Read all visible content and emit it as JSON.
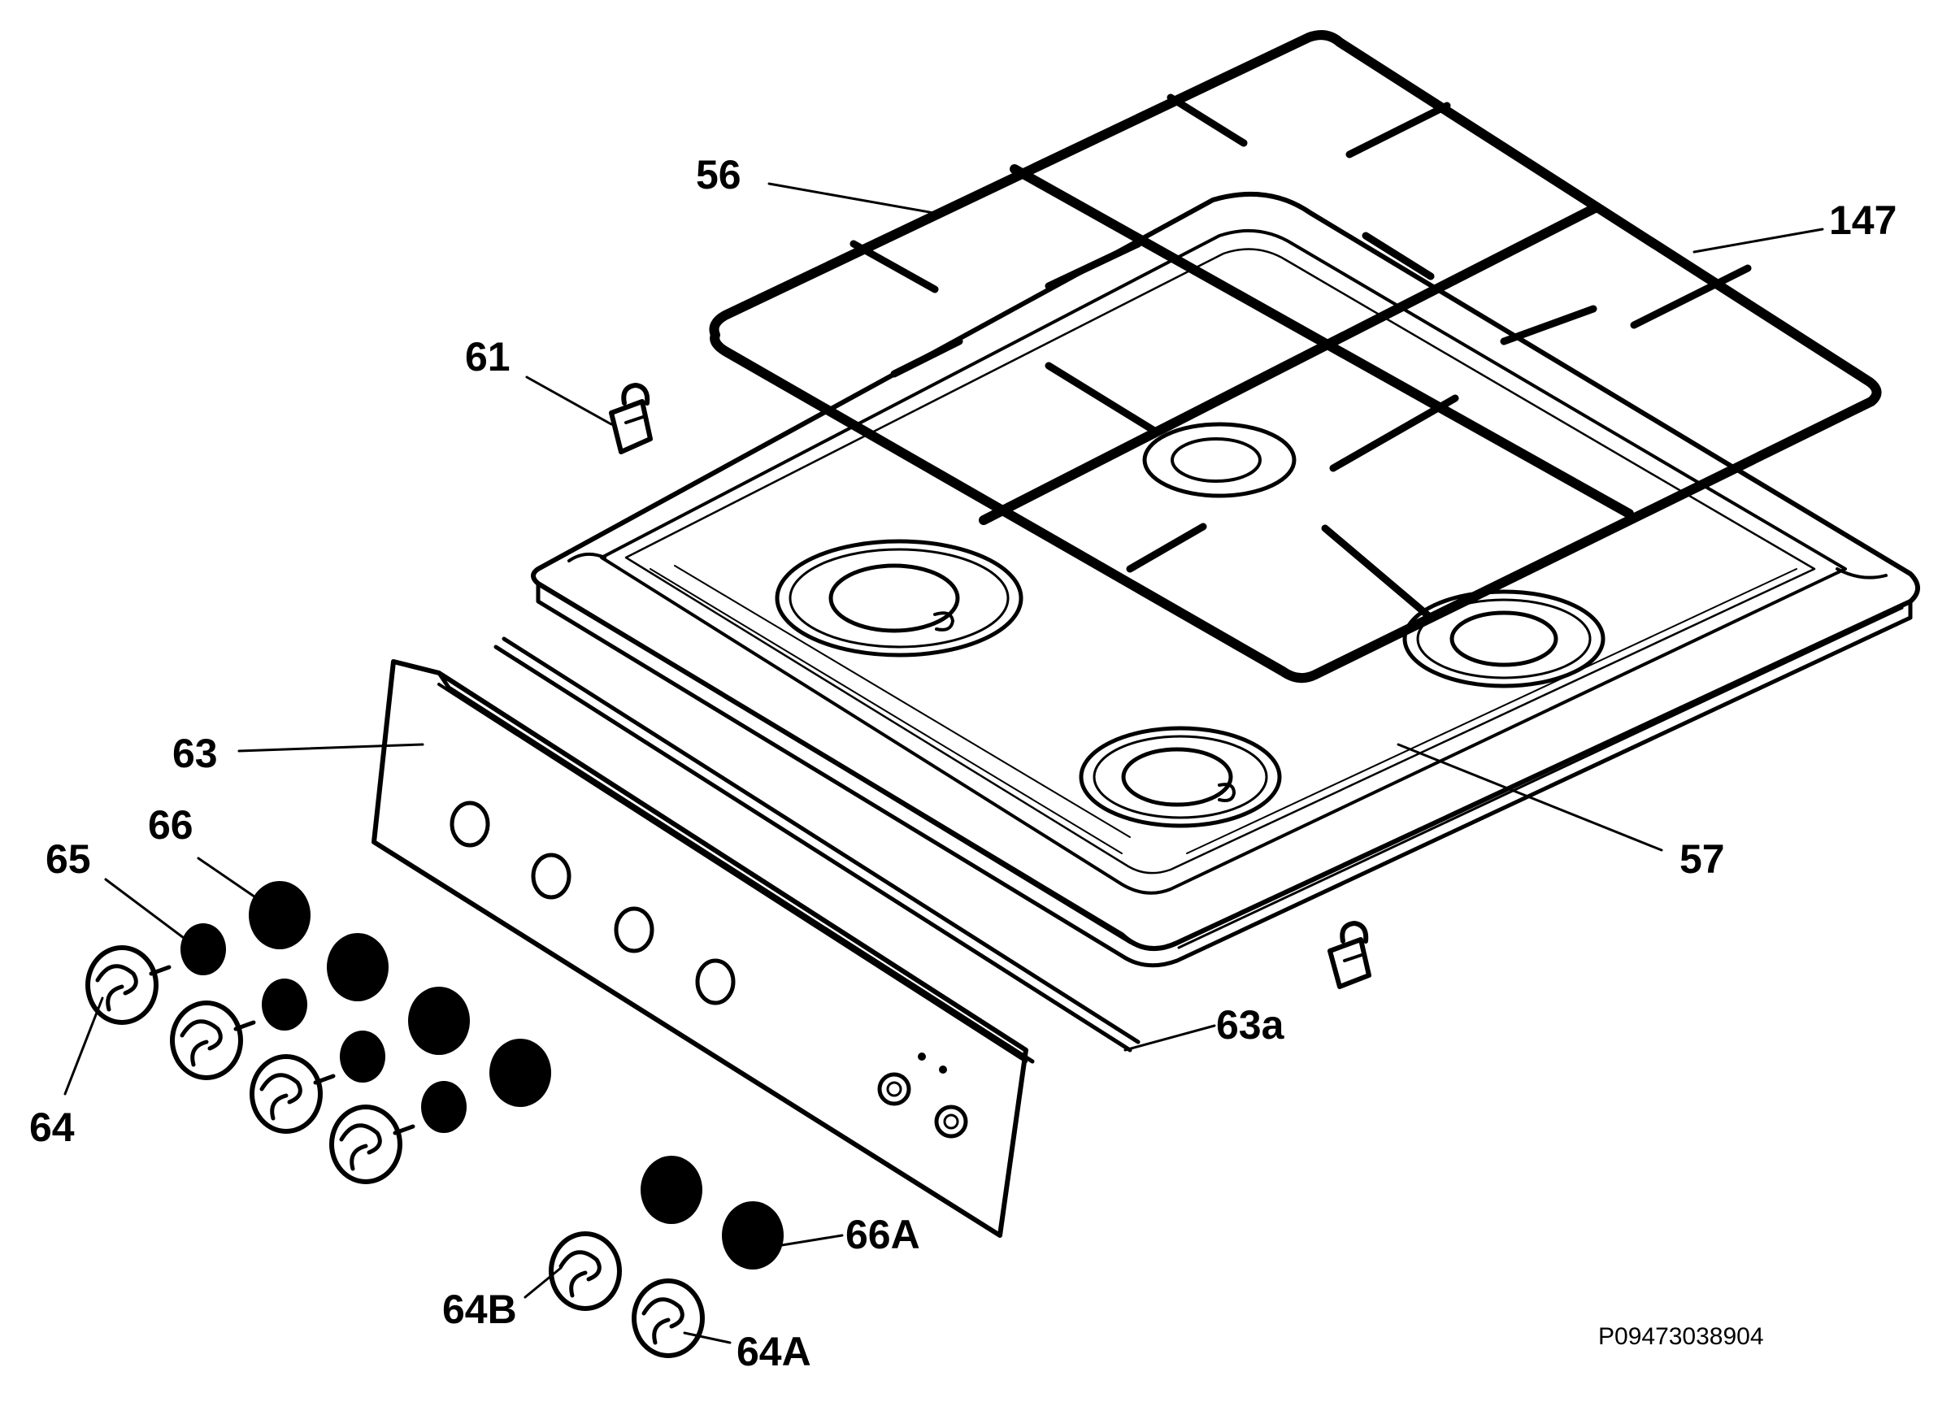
{
  "diagram": {
    "drawing_code": "P09473038904",
    "labels": {
      "l56": "56",
      "l147": "147",
      "l61": "61",
      "l57": "57",
      "l63": "63",
      "l63a": "63a",
      "l66": "66",
      "l65": "65",
      "l64": "64",
      "l66A": "66A",
      "l64B": "64B",
      "l64A": "64A"
    }
  }
}
